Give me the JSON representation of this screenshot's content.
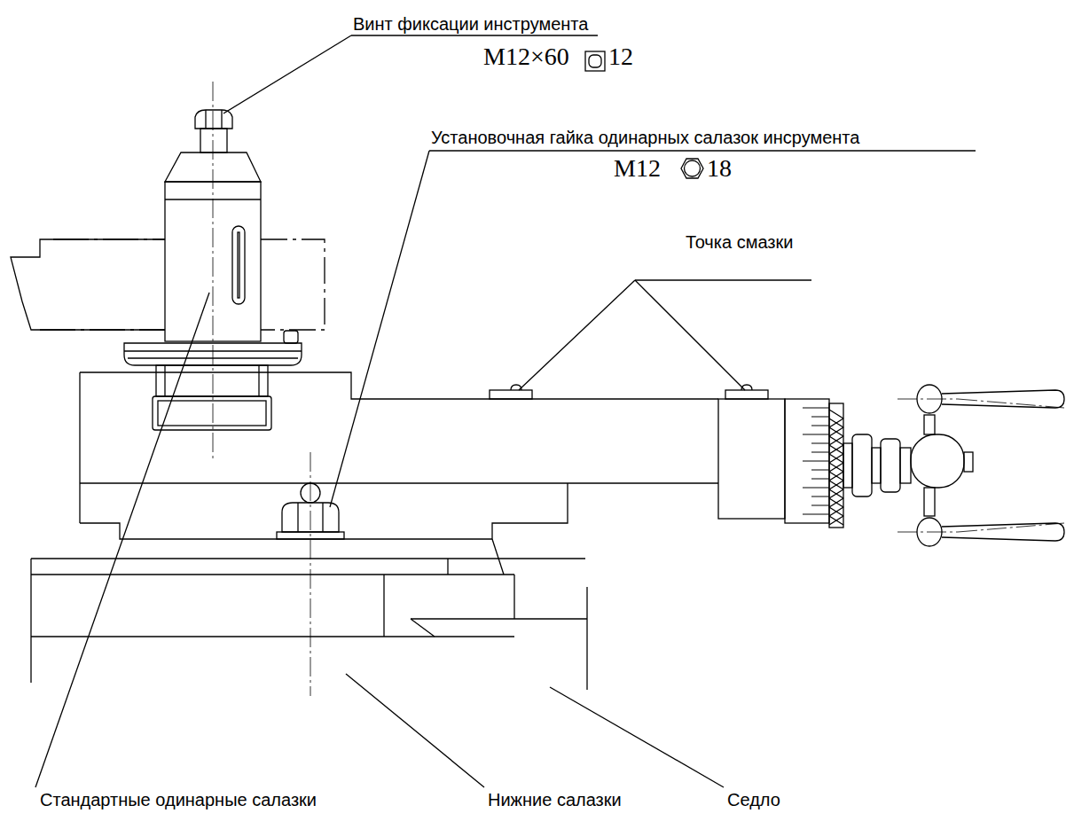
{
  "diagram": {
    "labels": [
      "Винт фиксации инструмента",
      "M12×60",
      "12",
      "Установочная гайка одинарных салазок инсрумента",
      "M12",
      "18",
      "Точка смазки",
      "Стандартные одинарные салазки",
      "Нижние салазки",
      "Седло"
    ]
  }
}
